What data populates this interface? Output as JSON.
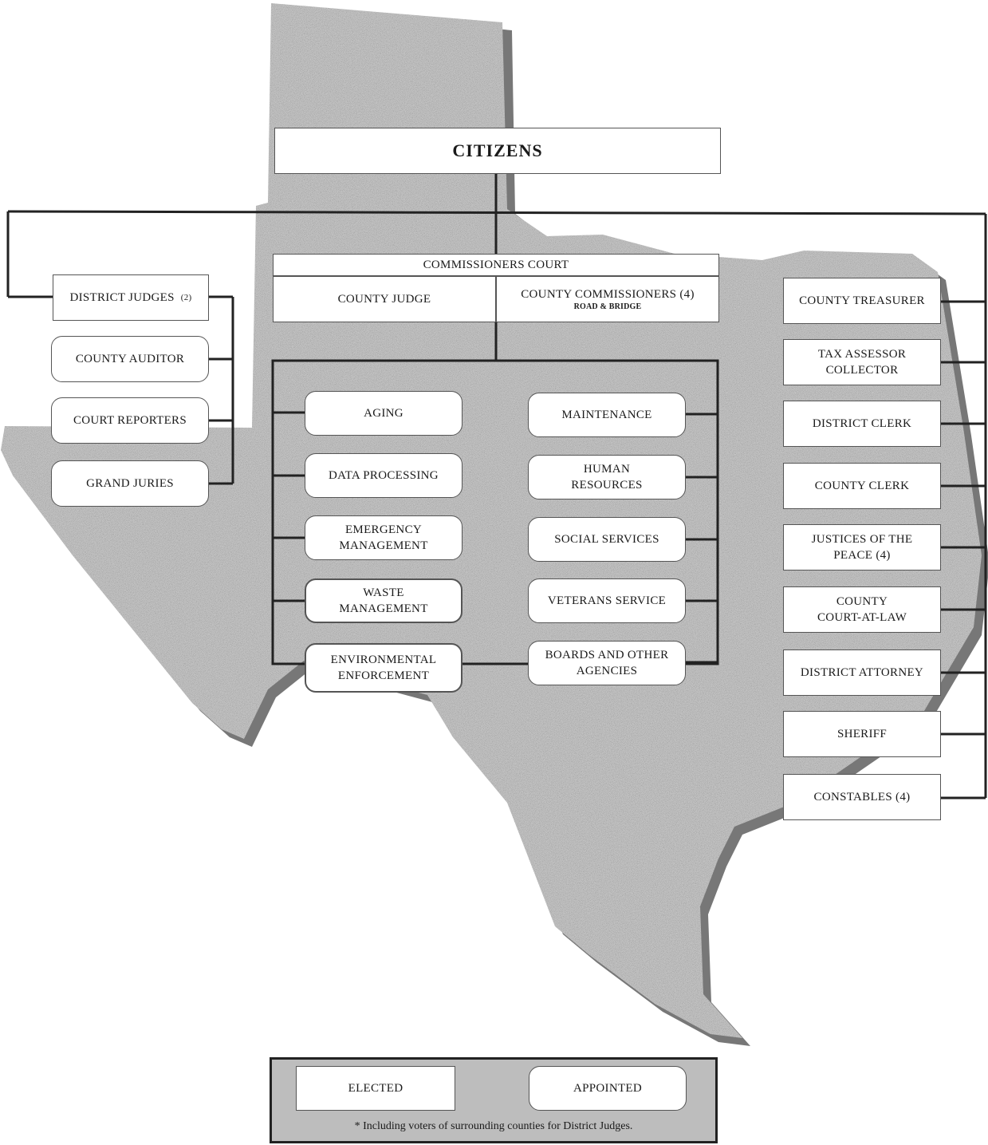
{
  "citizens": "CITIZENS",
  "commissioners_court": {
    "title": "COMMISSIONERS COURT",
    "county_judge": "COUNTY JUDGE",
    "county_commissioners": "COUNTY COMMISSIONERS (4)",
    "road_bridge": "ROAD & BRIDGE"
  },
  "left": {
    "district_judges": "DISTRICT JUDGES",
    "district_judges_count": "(2)",
    "county_auditor": "COUNTY AUDITOR",
    "court_reporters": "COURT REPORTERS",
    "grand_juries": "GRAND JURIES"
  },
  "departments_left": [
    [
      "AGING"
    ],
    [
      "DATA PROCESSING"
    ],
    [
      "EMERGENCY",
      "MANAGEMENT"
    ],
    [
      "WASTE",
      "MANAGEMENT"
    ],
    [
      "ENVIRONMENTAL",
      "ENFORCEMENT"
    ]
  ],
  "departments_right": [
    [
      "MAINTENANCE"
    ],
    [
      "HUMAN",
      "RESOURCES"
    ],
    [
      "SOCIAL SERVICES"
    ],
    [
      "VETERANS SERVICE"
    ],
    [
      "BOARDS AND OTHER",
      "AGENCIES"
    ]
  ],
  "right": [
    [
      "COUNTY TREASURER"
    ],
    [
      "TAX ASSESSOR",
      "COLLECTOR"
    ],
    [
      "DISTRICT CLERK"
    ],
    [
      "COUNTY CLERK"
    ],
    [
      "JUSTICES OF THE",
      "PEACE (4)"
    ],
    [
      "COUNTY",
      "COURT-AT-LAW"
    ],
    [
      "DISTRICT ATTORNEY"
    ],
    [
      "SHERIFF"
    ],
    [
      "CONSTABLES (4)"
    ]
  ],
  "legend": {
    "elected": "ELECTED",
    "appointed": "APPOINTED",
    "note": "* Including voters of surrounding counties for District Judges."
  },
  "colors": {
    "map_fill": "#c4c4c4",
    "map_shadow": "#777777",
    "line": "#222222",
    "box": "#ffffff"
  }
}
